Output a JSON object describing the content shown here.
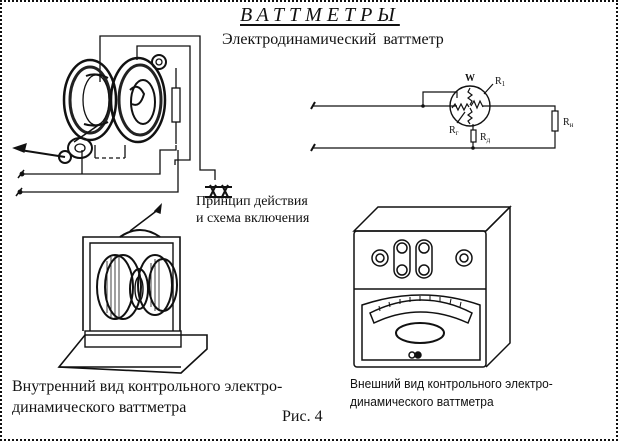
{
  "page": {
    "title": "ВАТТМЕТРЫ",
    "subtitle": "Электродинамический ваттметр",
    "figure_label": "Рис. 4"
  },
  "figures": {
    "principle": {
      "caption_line1": "Принцип действия",
      "caption_line2": "и схема включения"
    },
    "circuit": {
      "meter_symbol": "W",
      "labels": {
        "r1": "R",
        "r1_sub": "1",
        "rg": "R",
        "rg_sub": "г",
        "rd": "R",
        "rd_sub": "д",
        "rn": "R",
        "rn_sub": "н"
      }
    },
    "inner_view": {
      "caption_line1": "Внутренний вид контрольного электро-",
      "caption_line2": "динамического ваттметра"
    },
    "outer_view": {
      "caption_line1": "Внешний вид контрольного электро-",
      "caption_line2": "динамического ваттметра"
    }
  }
}
